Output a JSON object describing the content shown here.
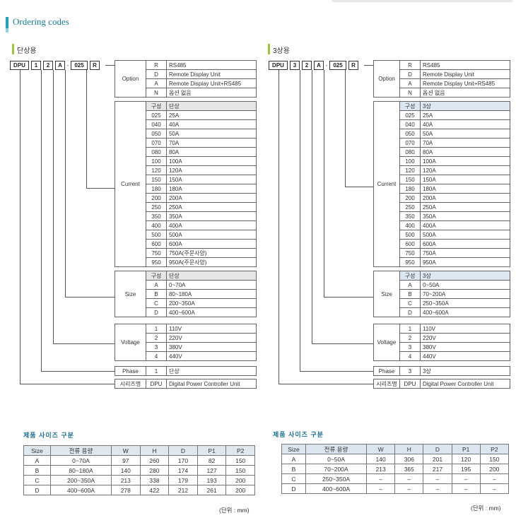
{
  "page_title": "Ordering codes",
  "single": {
    "section_title": "단상용",
    "code": [
      "DPU",
      "1",
      "2",
      "A",
      "-",
      "025",
      "R"
    ],
    "option": {
      "label": "Option",
      "rows": [
        [
          "R",
          "RS485"
        ],
        [
          "D",
          "Remote Display Unit"
        ],
        [
          "A",
          "Remote Display Unit+RS485"
        ],
        [
          "N",
          "옵션 없음"
        ]
      ]
    },
    "current": {
      "label": "Current",
      "header": [
        "구성",
        "단상"
      ],
      "rows": [
        [
          "025",
          "25A"
        ],
        [
          "040",
          "40A"
        ],
        [
          "050",
          "50A"
        ],
        [
          "070",
          "70A"
        ],
        [
          "080",
          "80A"
        ],
        [
          "100",
          "100A"
        ],
        [
          "120",
          "120A"
        ],
        [
          "150",
          "150A"
        ],
        [
          "180",
          "180A"
        ],
        [
          "200",
          "200A"
        ],
        [
          "250",
          "250A"
        ],
        [
          "350",
          "350A"
        ],
        [
          "400",
          "400A"
        ],
        [
          "500",
          "500A"
        ],
        [
          "600",
          "600A"
        ],
        [
          "750",
          "750A(주문사양)"
        ],
        [
          "950",
          "950A(주문사양)"
        ]
      ]
    },
    "size": {
      "label": "Size",
      "header": [
        "구성",
        "단상"
      ],
      "rows": [
        [
          "A",
          "0~70A"
        ],
        [
          "B",
          "80~180A"
        ],
        [
          "C",
          "200~350A"
        ],
        [
          "D",
          "400~600A"
        ]
      ]
    },
    "voltage": {
      "label": "Voltage",
      "rows": [
        [
          "1",
          "110V"
        ],
        [
          "2",
          "220V"
        ],
        [
          "3",
          "380V"
        ],
        [
          "4",
          "440V"
        ]
      ]
    },
    "phase": {
      "label": "Phase",
      "rows": [
        [
          "1",
          "단상"
        ]
      ]
    },
    "series": {
      "label": "시리즈명",
      "rows": [
        [
          "DPU",
          "Digital Power Controller Unit"
        ]
      ]
    },
    "size_table": {
      "title": "제품 사이즈 구분",
      "headers": [
        "Size",
        "전류 용량",
        "W",
        "H",
        "D",
        "P1",
        "P2"
      ],
      "rows": [
        [
          "A",
          "0~70A",
          "97",
          "260",
          "170",
          "82",
          "150"
        ],
        [
          "B",
          "80~180A",
          "140",
          "280",
          "174",
          "127",
          "150"
        ],
        [
          "C",
          "200~350A",
          "213",
          "338",
          "179",
          "193",
          "200"
        ],
        [
          "D",
          "400~600A",
          "278",
          "422",
          "212",
          "261",
          "200"
        ]
      ],
      "unit": "(단위 : mm)"
    }
  },
  "three": {
    "section_title": "3상용",
    "code": [
      "DPU",
      "3",
      "2",
      "A",
      "-",
      "025",
      "R"
    ],
    "option": {
      "label": "Option",
      "rows": [
        [
          "R",
          "RS485"
        ],
        [
          "D",
          "Remote Display Unit"
        ],
        [
          "A",
          "Remote Display Unit+RS485"
        ],
        [
          "N",
          "옵션 없음"
        ]
      ]
    },
    "current": {
      "label": "Current",
      "header": [
        "구성",
        "3상"
      ],
      "rows": [
        [
          "025",
          "25A"
        ],
        [
          "040",
          "40A"
        ],
        [
          "050",
          "50A"
        ],
        [
          "070",
          "70A"
        ],
        [
          "080",
          "80A"
        ],
        [
          "100",
          "100A"
        ],
        [
          "120",
          "120A"
        ],
        [
          "150",
          "150A"
        ],
        [
          "180",
          "180A"
        ],
        [
          "200",
          "200A"
        ],
        [
          "250",
          "250A"
        ],
        [
          "350",
          "350A"
        ],
        [
          "400",
          "400A"
        ],
        [
          "500",
          "500A"
        ],
        [
          "600",
          "600A"
        ],
        [
          "750",
          "750A"
        ],
        [
          "950",
          "950A"
        ]
      ]
    },
    "size": {
      "label": "Size",
      "header": [
        "구성",
        "3상"
      ],
      "rows": [
        [
          "A",
          "0~50A"
        ],
        [
          "B",
          "70~200A"
        ],
        [
          "C",
          "250~350A"
        ],
        [
          "D",
          "400~600A"
        ]
      ]
    },
    "voltage": {
      "label": "Voltage",
      "rows": [
        [
          "1",
          "110V"
        ],
        [
          "2",
          "220V"
        ],
        [
          "3",
          "380V"
        ],
        [
          "4",
          "440V"
        ]
      ]
    },
    "phase": {
      "label": "Phase",
      "rows": [
        [
          "3",
          "3상"
        ]
      ]
    },
    "series": {
      "label": "시리즈명",
      "rows": [
        [
          "DPU",
          "Digital Power Controller Unit"
        ]
      ]
    },
    "size_table": {
      "title": "제품 사이즈 구분",
      "headers": [
        "Size",
        "전류 용량",
        "W",
        "H",
        "D",
        "P1",
        "P2"
      ],
      "rows": [
        [
          "A",
          "0~50A",
          "140",
          "306",
          "201",
          "120",
          "150"
        ],
        [
          "B",
          "70~200A",
          "213",
          "365",
          "217",
          "195",
          "200"
        ],
        [
          "C",
          "250~350A",
          "–",
          "–",
          "–",
          "–",
          "–"
        ],
        [
          "D",
          "400~600A",
          "–",
          "–",
          "–",
          "–",
          "–"
        ]
      ],
      "unit": "(단위 : mm)"
    }
  }
}
